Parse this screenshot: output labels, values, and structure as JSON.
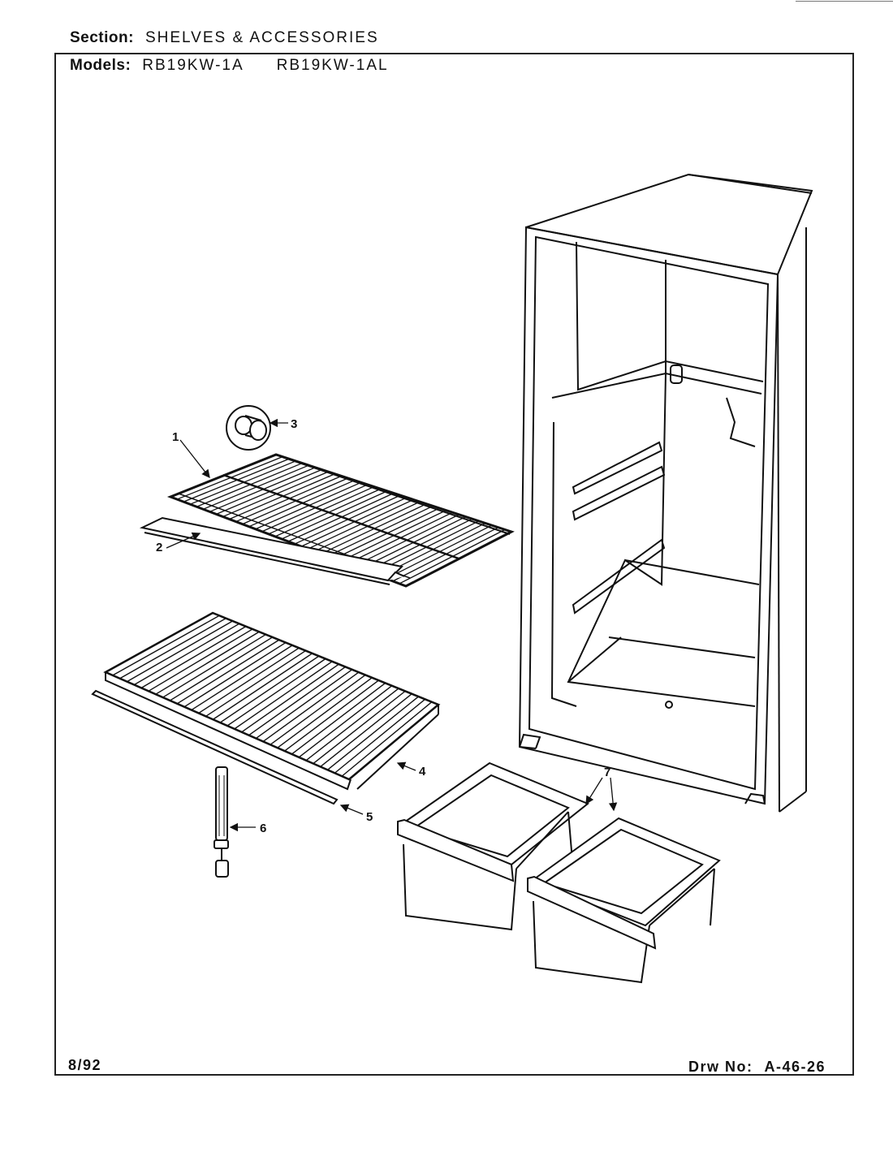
{
  "header": {
    "section_label": "Section:",
    "section_value": "SHELVES & ACCESSORIES",
    "models_label": "Models:",
    "models": [
      "RB19KW-1A",
      "RB19KW-1AL"
    ]
  },
  "callouts": [
    "1",
    "2",
    "3",
    "4",
    "5",
    "6",
    "7"
  ],
  "footer": {
    "date": "8/92",
    "drawing_label": "Drw No:",
    "drawing_number": "A-46-26"
  }
}
